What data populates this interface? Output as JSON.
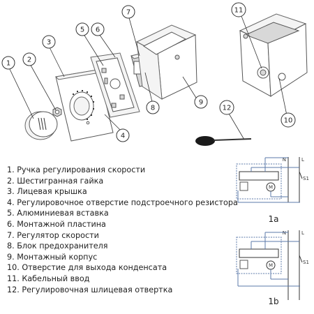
{
  "callouts": [
    "1",
    "2",
    "3",
    "4",
    "5",
    "6",
    "7",
    "8",
    "9",
    "10",
    "11",
    "12"
  ],
  "legend": [
    "1. Ручка регулирования скорости",
    "2. Шестигранная гайка",
    "3. Лицевая крышка",
    "4. Регулировочное отверстие подстроечного резистора",
    "5. Алюминиевая вставка",
    "6. Монтажной пластина",
    "7. Регулятор скорости",
    "8. Блок предохранителя",
    "9. Монтажный корпус",
    "10. Отверстие для выхода конденсата",
    "11. Кабельный ввод",
    "12. Регулировочная шлицевая отвертка"
  ],
  "wiring": {
    "diagram_a_label": "1a",
    "diagram_b_label": "1b",
    "n_label": "N",
    "l_label": "L",
    "switch_label": "S1",
    "motor_label": "M"
  }
}
